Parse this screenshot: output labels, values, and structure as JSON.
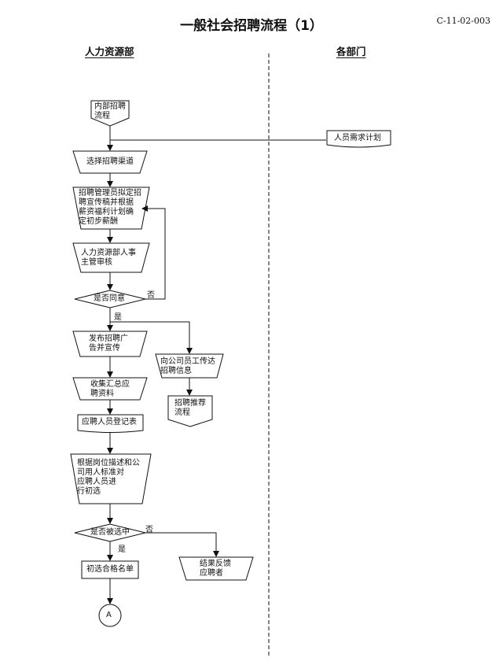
{
  "title": "一般社会招聘流程（1）",
  "doc_code": "C-11-02-003",
  "lanes": {
    "left": "人力资源部",
    "right": "各部门"
  },
  "nodes": {
    "internal_recruit": "内部招聘\n流程",
    "dept_plan": "人员需求计划",
    "choose_channel": "选择招聘渠道",
    "draft_ad": "招聘管理员拟定招\n聘宣传稿并根据\n薪资福利计划确\n定初步薪酬",
    "hr_review": "人力资源部人事\n主管审核",
    "approve": "是否同意",
    "publish": "发布招聘广\n告并宣传",
    "notify_staff": "向公司员工传达\n招聘信息",
    "referral": "招聘推荐\n流程",
    "collect": "收集汇总应\n聘资料",
    "register": "应聘人员登记表",
    "screen": "根据岗位描述和公\n司用人标准对\n应聘人员进\n行初选",
    "selected": "是否被选中",
    "shortlist": "初选合格名单",
    "feedback": "结果反馈\n应聘者",
    "connector": "A"
  },
  "edge_labels": {
    "approve_no": "否",
    "approve_yes": "是",
    "selected_no": "否",
    "selected_yes": "是"
  }
}
